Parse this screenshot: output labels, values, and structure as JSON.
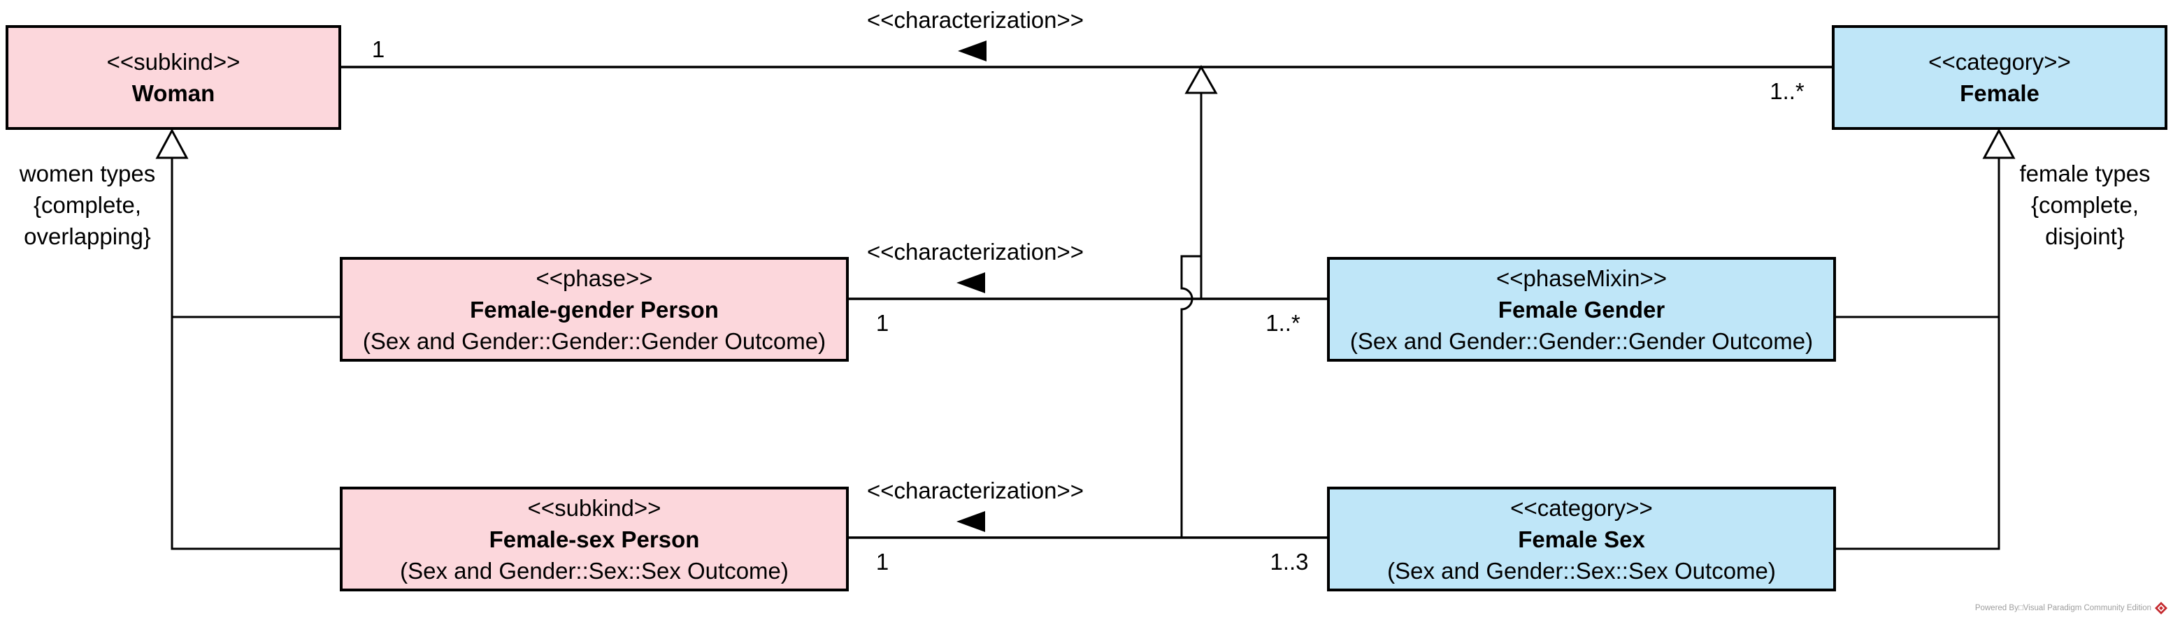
{
  "diagram_type": "UML class diagram (OntoUML)",
  "colors": {
    "class_pink": "#fcd7dc",
    "class_blue": "#bfe6f8",
    "line": "#000000",
    "watermark_text": "#9e9e9e",
    "watermark_logo": "#c4282d"
  },
  "classes": {
    "woman": {
      "stereotype": "<<subkind>>",
      "name": "Woman"
    },
    "female": {
      "stereotype": "<<category>>",
      "name": "Female"
    },
    "female_gender_person": {
      "stereotype": "<<phase>>",
      "name": "Female-gender Person",
      "package": "(Sex and Gender::Gender::Gender Outcome)"
    },
    "female_gender": {
      "stereotype": "<<phaseMixin>>",
      "name": "Female Gender",
      "package": "(Sex and Gender::Gender::Gender Outcome)"
    },
    "female_sex_person": {
      "stereotype": "<<subkind>>",
      "name": "Female-sex Person",
      "package": "(Sex and Gender::Sex::Sex Outcome)"
    },
    "female_sex": {
      "stereotype": "<<category>>",
      "name": "Female Sex",
      "package": "(Sex and Gender::Sex::Sex Outcome)"
    }
  },
  "associations": {
    "woman_female": {
      "stereotype": "<<characterization>>",
      "source_multiplicity": "1",
      "target_multiplicity": "1..*"
    },
    "female_gender_person_female_gender": {
      "stereotype": "<<characterization>>",
      "source_multiplicity": "1",
      "target_multiplicity": "1..*"
    },
    "female_sex_person_female_sex": {
      "stereotype": "<<characterization>>",
      "source_multiplicity": "1",
      "target_multiplicity": "1..3"
    }
  },
  "generalization_sets": {
    "women_types": {
      "line1": "women types",
      "line2": "{complete,",
      "line3": "overlapping}"
    },
    "female_types": {
      "line1": "female types",
      "line2": "{complete,",
      "line3": "disjoint}"
    }
  },
  "watermark": {
    "text": "Powered By□Visual Paradigm Community Edition"
  }
}
